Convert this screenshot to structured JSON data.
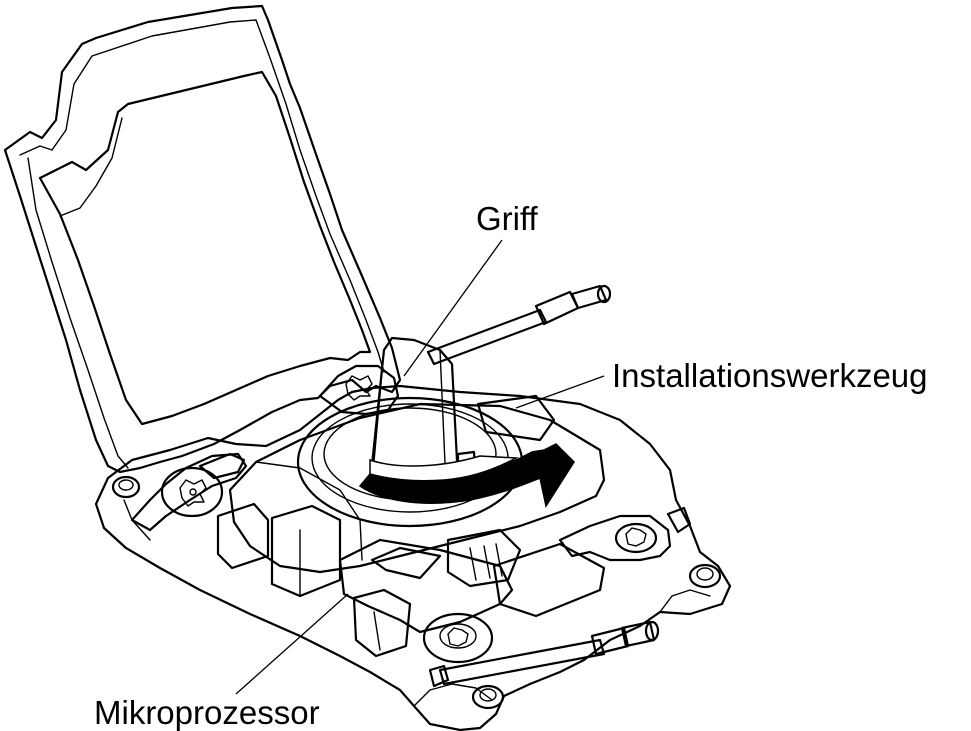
{
  "labels": {
    "handle": "Griff",
    "installation_tool": "Installationswerkzeug",
    "microprocessor": "Mikroprozessor"
  },
  "colors": {
    "cover_fill": "#a8a8a8",
    "part_fill": "#a0a0a0",
    "part_fill_light": "#bdbdbd",
    "arrow_fill": "#000000",
    "blue_cap": "#4a7fd6",
    "line": "#000000",
    "background": "#ffffff"
  },
  "icons": {
    "rotate_arrow": "curved-rotation-arrow",
    "screw": "torx-screw-icon"
  }
}
